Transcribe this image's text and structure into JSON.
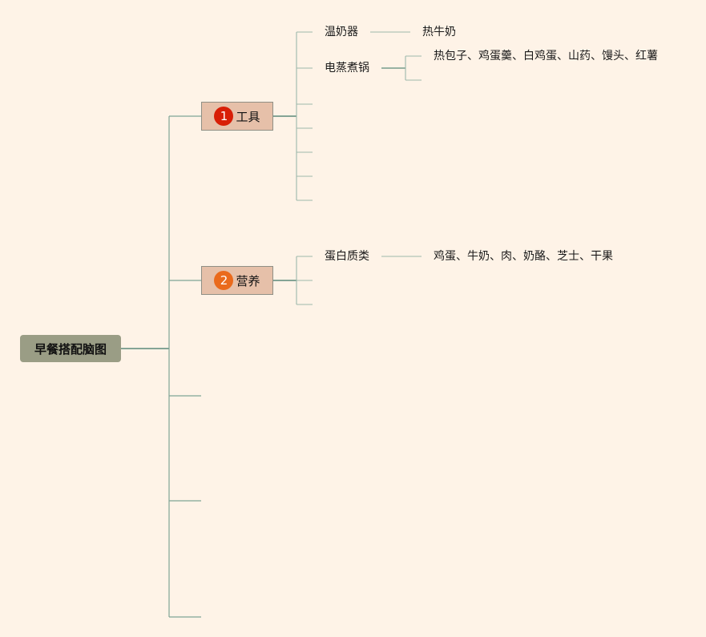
{
  "root": {
    "label": "早餐搭配脑图",
    "color": "#9a9d85"
  },
  "branches": [
    {
      "number": "1",
      "label": "工具",
      "badge_color": "#d81e06",
      "topics": [
        {
          "label": "温奶器",
          "details": [
            "热牛奶"
          ]
        },
        {
          "label": "电蒸煮锅",
          "details": [
            "热包子、鸡蛋羹、白鸡蛋、山药、馒头、红薯",
            ""
          ]
        },
        {
          "label": ""
        },
        {
          "label": ""
        },
        {
          "label": ""
        },
        {
          "label": ""
        },
        {
          "label": ""
        }
      ]
    },
    {
      "number": "2",
      "label": "营养",
      "badge_color": "#ea6a1c",
      "topics": [
        {
          "label": "蛋白质类",
          "details": [
            "鸡蛋、牛奶、肉、奶酪、芝士、干果"
          ]
        },
        {
          "label": ""
        },
        {
          "label": ""
        }
      ]
    },
    {
      "label": ""
    },
    {
      "label": ""
    },
    {
      "label": ""
    }
  ],
  "colors": {
    "background": "#fef3e7",
    "connector": "#5b8a7a",
    "branch_fill": "#e6c0a9"
  }
}
